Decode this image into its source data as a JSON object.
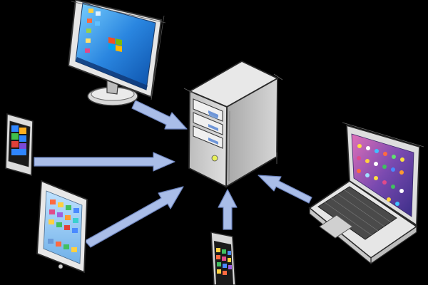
{
  "diagram": {
    "hub": {
      "id": "server",
      "icon": "server-tower-icon"
    },
    "devices": [
      {
        "id": "desktop-monitor",
        "icon": "desktop-monitor-icon",
        "os_icon": "windows-logo-icon"
      },
      {
        "id": "windows-phone",
        "icon": "windows-phone-icon"
      },
      {
        "id": "tablet",
        "icon": "tablet-icon"
      },
      {
        "id": "smartphone",
        "icon": "smartphone-icon"
      },
      {
        "id": "laptop",
        "icon": "laptop-icon"
      }
    ],
    "connections": [
      {
        "from": "desktop-monitor",
        "to": "server"
      },
      {
        "from": "windows-phone",
        "to": "server"
      },
      {
        "from": "tablet",
        "to": "server"
      },
      {
        "from": "smartphone",
        "to": "server"
      },
      {
        "from": "laptop",
        "to": "server"
      }
    ]
  },
  "colors": {
    "background": "#000000",
    "arrow_fill": "#a9bde8",
    "arrow_stroke": "#6f86c0",
    "device_body": "#e4e4e4",
    "device_outline": "#3a3a3a",
    "server_body": "#cfcfcf",
    "screen_blue": "#2f7fd8",
    "screen_pink": "#c64a9a"
  }
}
